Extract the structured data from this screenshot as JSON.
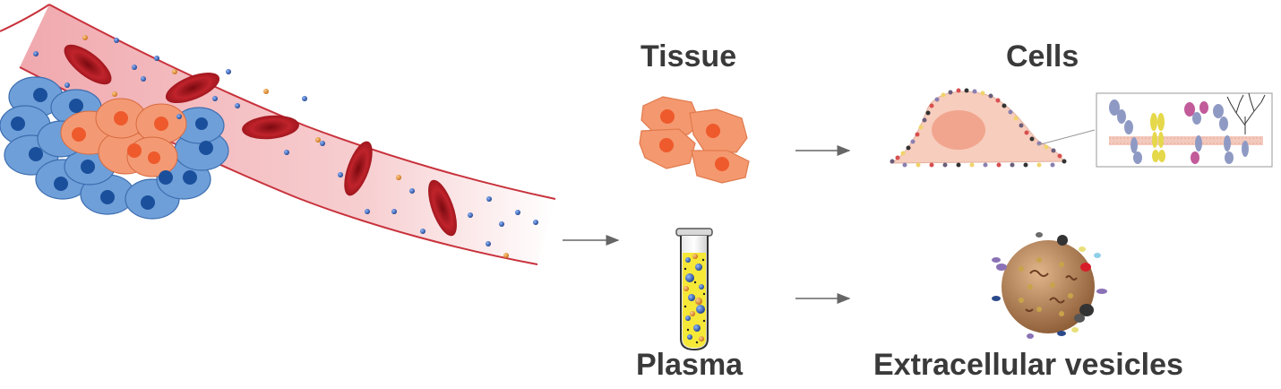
{
  "labels": {
    "tissue": "Tissue",
    "cells": "Cells",
    "plasma": "Plasma",
    "extracellular_vesicles": "Extracellular vesicles"
  },
  "colors": {
    "vessel_fill": "#f3b9bd",
    "vessel_wall": "#c8323c",
    "red_blood_cell": "#b3141d",
    "blue_cell": "#6f9fd8",
    "blue_nucleus": "#1a4f9c",
    "orange_cell": "#f39a74",
    "orange_nucleus": "#ee5a2c",
    "tissue_cell": "#f4986f",
    "cell_body": "#f7cdbd",
    "plasma_liquid": "#f6e837",
    "vesicle": "#b9865a",
    "arrow": "#666666",
    "label_text": "#3a3a3a"
  },
  "icons": [
    "blood-vessel-icon",
    "tumor-cluster-icon",
    "tissue-cells-icon",
    "adherent-cell-icon",
    "membrane-proteins-inset-icon",
    "plasma-test-tube-icon",
    "extracellular-vesicle-icon",
    "arrow-right-icon"
  ]
}
